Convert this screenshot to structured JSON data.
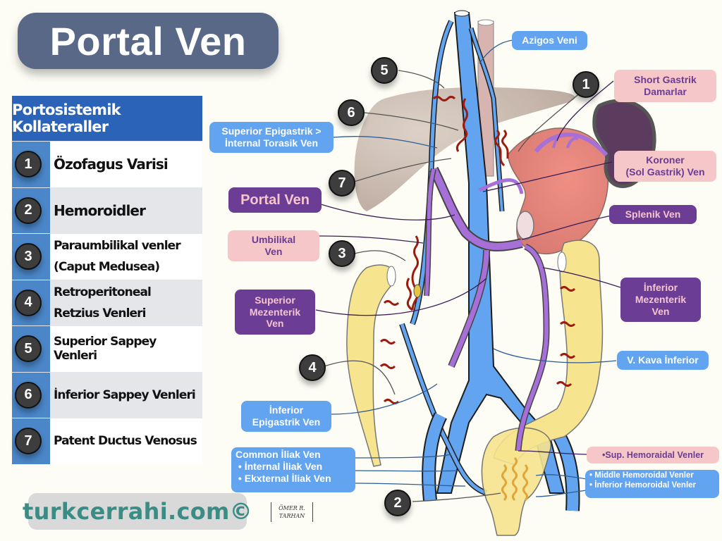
{
  "title": "Portal Ven",
  "legend": {
    "header": "Portosistemik Kollateraller",
    "items": [
      {
        "num": "1",
        "label": "Özofagus Varisi"
      },
      {
        "num": "2",
        "label": "Hemoroidler"
      },
      {
        "num": "3",
        "label": "Paraumbilikal venler",
        "label2": "(Caput Medusea)"
      },
      {
        "num": "4",
        "label": "Retroperitoneal",
        "label2": "Retzius Venleri"
      },
      {
        "num": "5",
        "label": "Superior Sappey Venleri"
      },
      {
        "num": "6",
        "label": "İnferior Sappey Venleri"
      },
      {
        "num": "7",
        "label": "Patent Ductus Venosus"
      }
    ]
  },
  "labels": {
    "azigos": "Azigos Veni",
    "short_gastrik_1": "Short Gastrik",
    "short_gastrik_2": "Damarlar",
    "sup_epigastrik_1": "Superior Epigastrik >",
    "sup_epigastrik_2": "İnternal Torasik Ven",
    "koroner_1": "Koroner",
    "koroner_2": "(Sol Gastrik) Ven",
    "portal_ven": "Portal Ven",
    "splenik": "Splenik Ven",
    "umbilikal_1": "Umbilikal",
    "umbilikal_2": "Ven",
    "inf_mezenterik_1": "İnferior",
    "inf_mezenterik_2": "Mezenterik",
    "inf_mezenterik_3": "Ven",
    "sup_mezenterik_1": "Superior",
    "sup_mezenterik_2": "Mezenterik",
    "sup_mezenterik_3": "Ven",
    "vena_kava": "V. Kava İnferior",
    "inf_epigastrik_1": "İnferior",
    "inf_epigastrik_2": "Epigastrik Ven",
    "iliak_common": "Common İliak Ven",
    "iliak_internal": "İnternal İliak Ven",
    "iliak_external": "Ekxternal İliak Ven",
    "sup_hemoroidal": "Sup. Hemoraidal Venler",
    "mid_hemoroidal": "Middle Hemoroidal Venler",
    "inf_hemoroidal": "İnferior Hemoroidal Venler"
  },
  "diagram_badges": [
    "1",
    "2",
    "3",
    "4",
    "5",
    "6",
    "7"
  ],
  "footer": {
    "site": "turkcerrahi.com©",
    "signature_1": "ÖMER R.",
    "signature_2": "TARHAN"
  },
  "colors": {
    "vein_blue": "#62a4ef",
    "portal_purple": "#a76fd8",
    "collateral_red": "#9c1b0f",
    "colon_yellow": "#f7e48f",
    "liver_brown": "#b9a196",
    "stomach_red": "#e98a80",
    "spleen_purple": "#5b3b5e"
  }
}
